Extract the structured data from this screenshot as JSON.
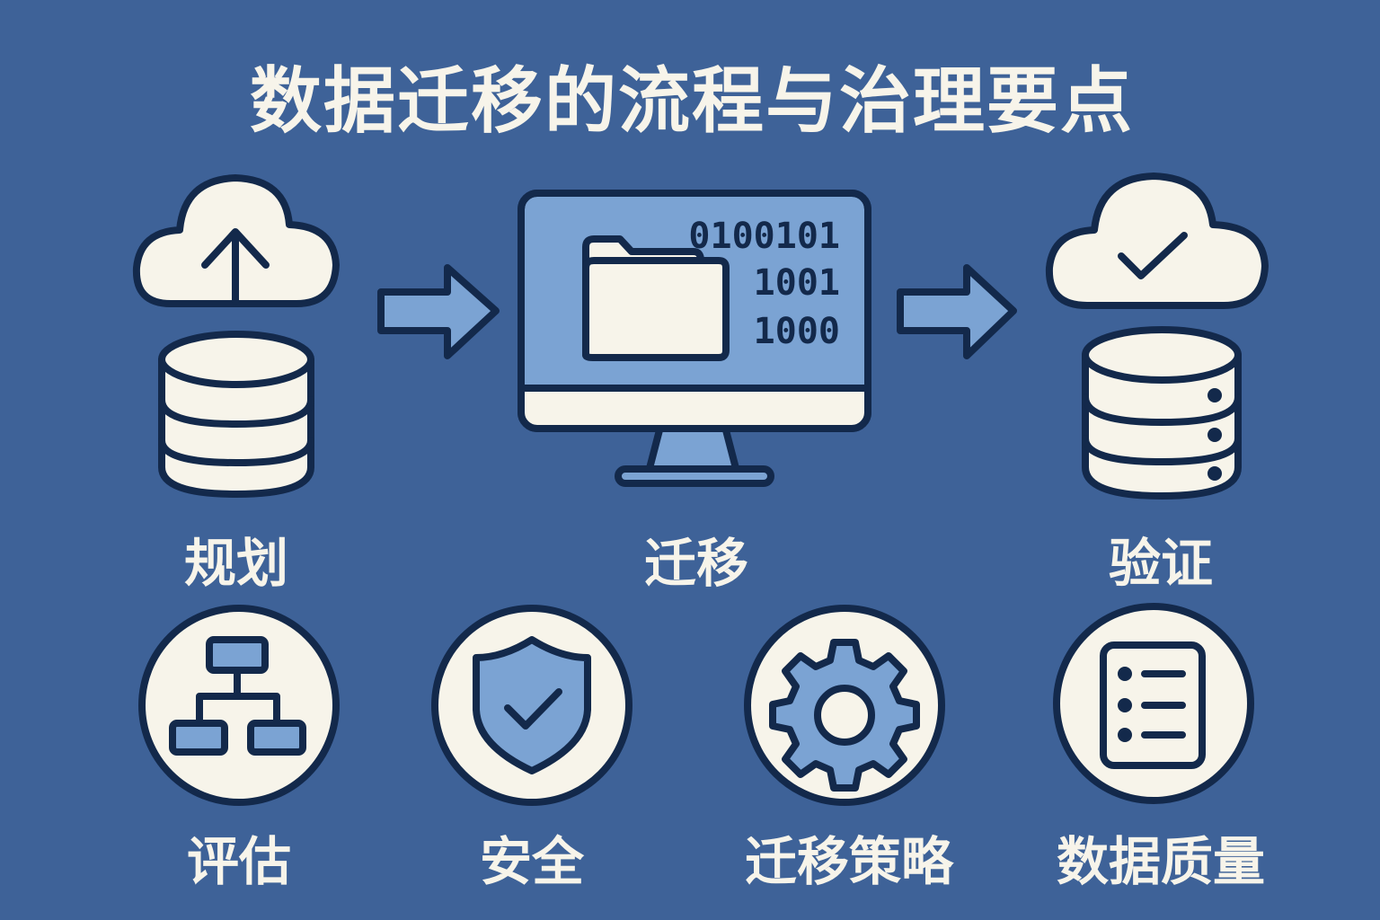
{
  "title": "数据迁移的流程与治理要点",
  "steps": [
    {
      "label": "规划",
      "icon": "cloud-upload-database-icon"
    },
    {
      "label": "迁移",
      "icon": "monitor-folder-icon"
    },
    {
      "label": "验证",
      "icon": "cloud-check-database-icon"
    }
  ],
  "binary": [
    "0100101",
    "1001",
    "1000"
  ],
  "governance": [
    {
      "label": "评估",
      "icon": "hierarchy-icon"
    },
    {
      "label": "安全",
      "icon": "shield-check-icon"
    },
    {
      "label": "迁移策略",
      "icon": "gear-icon"
    },
    {
      "label": "数据质量",
      "icon": "checklist-icon"
    }
  ],
  "colors": {
    "background": "#3e6298",
    "cream": "#f7f4ea",
    "outline": "#13294b",
    "accent": "#7ba3d3"
  }
}
